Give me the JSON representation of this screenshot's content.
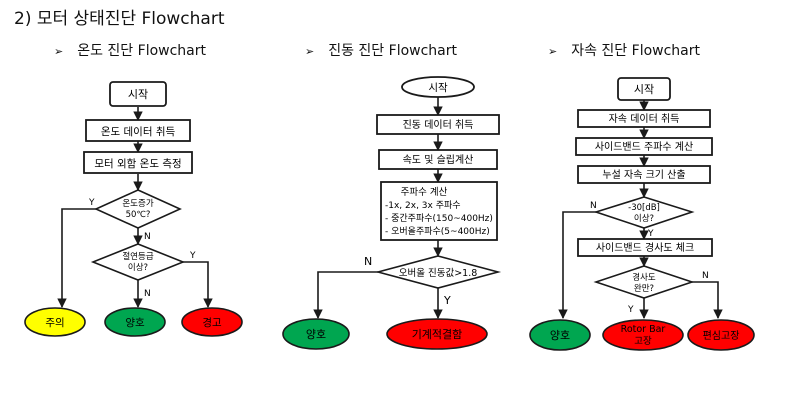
{
  "title": "2) 모터 상태진단 Flowchart",
  "bullet_icon": "arrowhead-bullet-icon",
  "sections": [
    {
      "title": "온도 진단 Flowchart",
      "nodes": {
        "start": "시작",
        "acquire": "온도 데이터 취득",
        "measure": "모터 외함 온도 측정",
        "decision1": [
          "온도증가",
          "50℃?"
        ],
        "decision2": [
          "절연등급",
          "이상?"
        ],
        "caution": "주의",
        "good": "양호",
        "warning": "경고"
      },
      "labels": {
        "y1": "Y",
        "n1": "N",
        "y2": "Y",
        "n2": "N"
      }
    },
    {
      "title": "진동 진단 Flowchart",
      "nodes": {
        "start": "시작",
        "acquire": "진동 데이터 취득",
        "calc": "속도 및 슬립계산",
        "freq": [
          "주파수 계산",
          "-1x, 2x, 3x 주파수",
          "- 중간주파수(150~400Hz)",
          "- 오버올주파수(5~400Hz)"
        ],
        "decision": "오버올 진동값>1.8",
        "good": "양호",
        "fault": "기계적결함"
      },
      "labels": {
        "n": "N",
        "y": "Y"
      }
    },
    {
      "title": "자속 진단 Flowchart",
      "nodes": {
        "start": "시작",
        "acquire": "자속 데이터 취득",
        "sideband": "사이드밴드 주파수 계산",
        "leak": "누설 자속 크기 산출",
        "decision1": [
          "-30[dB]",
          "이상?"
        ],
        "slope": "사이드밴드 경사도 체크",
        "decision2": [
          "경사도",
          "완만?"
        ],
        "good": "양호",
        "rotor": [
          "Rotor Bar",
          "고장"
        ],
        "eccentric": "편심고장"
      },
      "labels": {
        "n1": "N",
        "y1": "Y",
        "y2": "Y",
        "n2": "N"
      }
    }
  ],
  "colors": {
    "yellow": "#ffff00",
    "green": "#00a650",
    "red": "#ff0000",
    "stroke": "#1a1a1a"
  }
}
